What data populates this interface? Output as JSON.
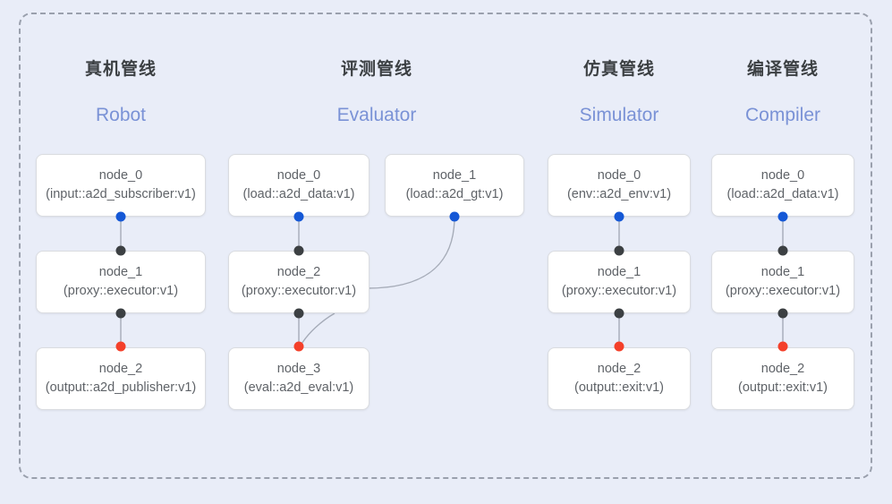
{
  "diagram": {
    "title_frame": "pipeline-overview",
    "background_color": "#e9edf8",
    "frame_border_color": "#9aa0ad",
    "accent_color": "#7a92d6",
    "node_text_color": "#5f6368",
    "port_colors": {
      "input": "#1558d6",
      "middle": "#3c4043",
      "output": "#f4402a"
    }
  },
  "columns": [
    {
      "cn": "真机管线",
      "en": "Robot",
      "nodes": [
        {
          "name": "node_0",
          "type": "(input::a2d_subscriber:v1)"
        },
        {
          "name": "node_1",
          "type": "(proxy::executor:v1)"
        },
        {
          "name": "node_2",
          "type": "(output::a2d_publisher:v1)"
        }
      ]
    },
    {
      "cn": "评测管线",
      "en": "Evaluator",
      "nodes": [
        {
          "name": "node_0",
          "type": "(load::a2d_data:v1)"
        },
        {
          "name": "node_1",
          "type": "(load::a2d_gt:v1)"
        },
        {
          "name": "node_2",
          "type": "(proxy::executor:v1)"
        },
        {
          "name": "node_3",
          "type": "(eval::a2d_eval:v1)"
        }
      ]
    },
    {
      "cn": "仿真管线",
      "en": "Simulator",
      "nodes": [
        {
          "name": "node_0",
          "type": "(env::a2d_env:v1)"
        },
        {
          "name": "node_1",
          "type": "(proxy::executor:v1)"
        },
        {
          "name": "node_2",
          "type": "(output::exit:v1)"
        }
      ]
    },
    {
      "cn": "编译管线",
      "en": "Compiler",
      "nodes": [
        {
          "name": "node_0",
          "type": "(load::a2d_data:v1)"
        },
        {
          "name": "node_1",
          "type": "(proxy::executor:v1)"
        },
        {
          "name": "node_2",
          "type": "(output::exit:v1)"
        }
      ]
    }
  ]
}
